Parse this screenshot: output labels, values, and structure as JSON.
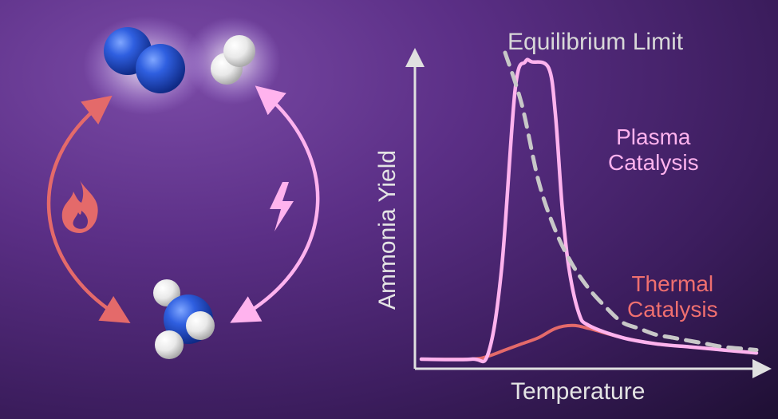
{
  "left_cycle": {
    "molecules": [
      "nitrogen (N2)",
      "hydrogen (H2)",
      "ammonia (NH3)"
    ],
    "thermal_route_icon": "flame-icon",
    "plasma_route_icon": "lightning-bolt-icon"
  },
  "colors": {
    "background": "#3c1d5e",
    "thermal": "#e46a6a",
    "plasma": "#ffb3ee",
    "equilibrium": "#c8c8c8",
    "nitrogen": "#2f5fe0",
    "hydrogen": "#f2f2f2",
    "axis": "#e0e0e0"
  },
  "chart_data": {
    "type": "line",
    "xlabel": "Temperature",
    "ylabel": "Ammonia Yield",
    "series": [
      {
        "name": "Equilibrium Limit",
        "style": "dashed",
        "x": [
          0.25,
          0.3,
          0.35,
          0.4,
          0.45,
          0.5,
          0.55,
          0.6,
          0.65,
          0.7,
          0.75,
          0.8,
          0.85,
          0.9,
          0.95,
          1.0
        ],
        "y": [
          1.0,
          0.83,
          0.58,
          0.42,
          0.31,
          0.23,
          0.17,
          0.12,
          0.1,
          0.08,
          0.07,
          0.06,
          0.05,
          0.04,
          0.035,
          0.03
        ]
      },
      {
        "name": "Plasma Catalysis",
        "style": "solid",
        "x": [
          0.0,
          0.15,
          0.2,
          0.24,
          0.28,
          0.31,
          0.33,
          0.38,
          0.4,
          0.42,
          0.44,
          0.47,
          0.5,
          0.6,
          0.7,
          0.8,
          0.9,
          1.0
        ],
        "y": [
          0.0,
          0.0,
          0.02,
          0.3,
          0.88,
          0.97,
          0.97,
          0.95,
          0.8,
          0.5,
          0.3,
          0.15,
          0.11,
          0.07,
          0.05,
          0.04,
          0.03,
          0.02
        ]
      },
      {
        "name": "Thermal Catalysis",
        "style": "solid",
        "x": [
          0.0,
          0.15,
          0.2,
          0.25,
          0.3,
          0.35,
          0.4,
          0.45,
          0.5,
          0.6,
          0.7,
          0.8,
          0.9,
          1.0
        ],
        "y": [
          0.0,
          0.0,
          0.01,
          0.03,
          0.05,
          0.07,
          0.1,
          0.11,
          0.1,
          0.07,
          0.05,
          0.04,
          0.03,
          0.02
        ]
      }
    ],
    "annotations": [
      "Equilibrium Limit",
      "Plasma Catalysis",
      "Thermal Catalysis"
    ],
    "labels": {
      "equilibrium": "Equilibrium Limit",
      "plasma_line1": "Plasma",
      "plasma_line2": "Catalysis",
      "thermal_line1": "Thermal",
      "thermal_line2": "Catalysis"
    },
    "xlim": [
      0,
      1
    ],
    "ylim": [
      0,
      1
    ],
    "grid": false
  }
}
